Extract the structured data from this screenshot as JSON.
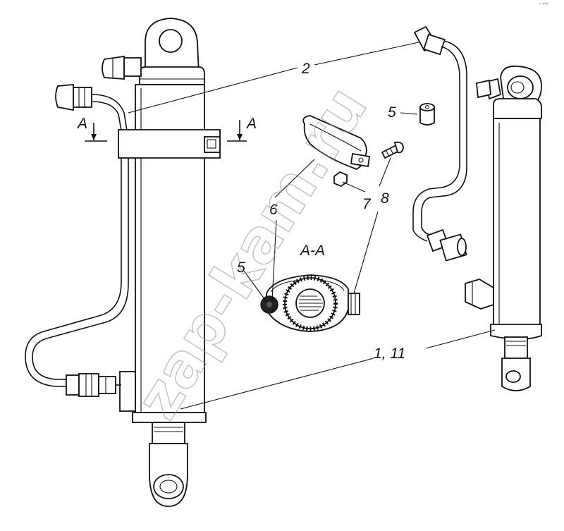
{
  "labels": {
    "l2": "2",
    "l5_top": "5",
    "l6": "6",
    "l7": "7",
    "l8": "8",
    "l5_sec": "5",
    "l1_11": "1, 11",
    "section_title": "A-A",
    "cut_a_left": "A",
    "cut_a_right": "A"
  },
  "watermark": "zap-kam.ru",
  "corner_mark": "*  ***",
  "colors": {
    "ink": "#111111",
    "watermark": "#999999",
    "section_fill": "#444444"
  }
}
